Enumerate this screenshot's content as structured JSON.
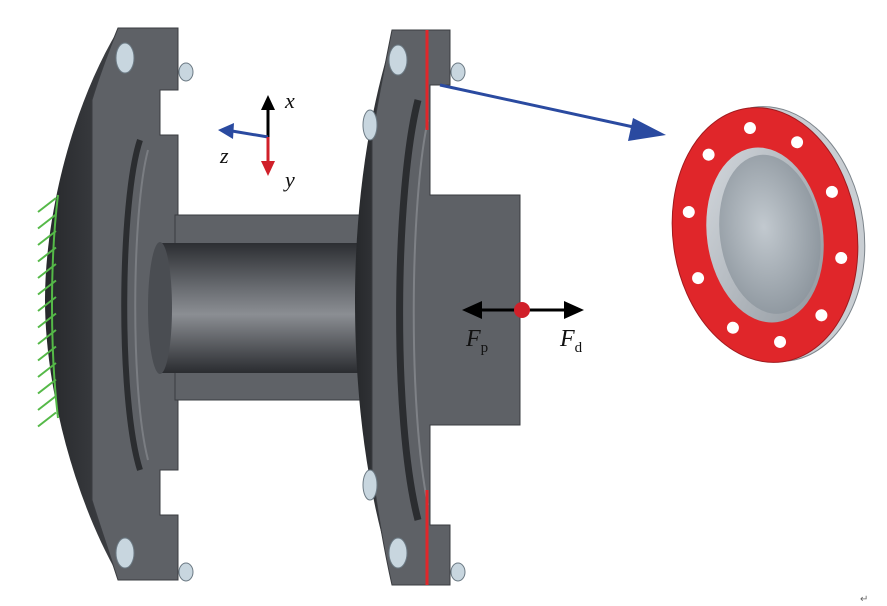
{
  "colors": {
    "body_dark": "#3c3e42",
    "body_mid": "#5d6066",
    "body_light": "#8a8d92",
    "gasket_red": "#e0262a",
    "bolt": "#c8d6df",
    "constraint_green": "#55b948",
    "arrow_blue": "#2a4aa0",
    "axis_black": "#000000",
    "axis_red": "#d0202a",
    "axis_blue": "#2a4aa0",
    "force_point": "#d0202a",
    "plate_face": "#aab2b9"
  },
  "axes": {
    "x_symbol": "x",
    "y_symbol": "y",
    "z_symbol": "z"
  },
  "forces": {
    "left": {
      "symbol": "F",
      "subscript": "p"
    },
    "right": {
      "symbol": "F",
      "subscript": "d"
    }
  },
  "gasket": {
    "bolt_hole_count": 10
  },
  "icons": {
    "fixed_support": "hatch-lines-icon",
    "pointer": "arrow-icon"
  },
  "footer_mark": "↵"
}
